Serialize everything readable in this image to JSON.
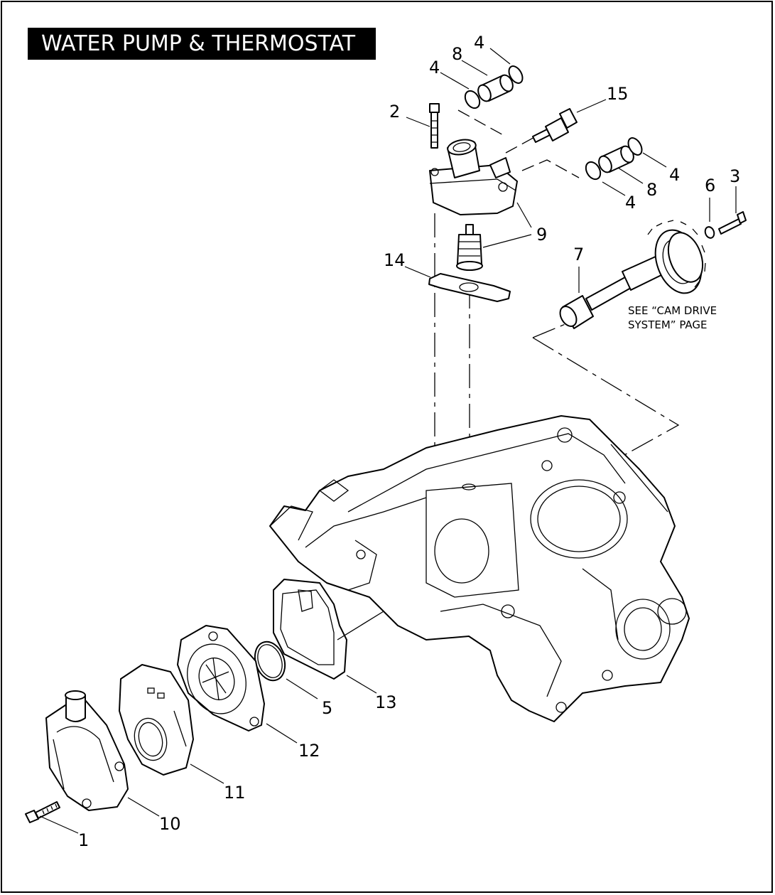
{
  "title": "WATER PUMP & THERMOSTAT",
  "note": {
    "line1": "SEE “CAM DRIVE",
    "line2": "SYSTEM” PAGE"
  },
  "callouts": {
    "c1": "1",
    "c2": "2",
    "c3": "3",
    "c4a": "4",
    "c4b": "4",
    "c4c": "4",
    "c4d": "4",
    "c5": "5",
    "c6": "6",
    "c7": "7",
    "c8a": "8",
    "c8b": "8",
    "c9": "9",
    "c10": "10",
    "c11": "11",
    "c12": "12",
    "c13": "13",
    "c14": "14",
    "c15": "15"
  },
  "colors": {
    "ink": "#000000",
    "paper": "#ffffff"
  }
}
